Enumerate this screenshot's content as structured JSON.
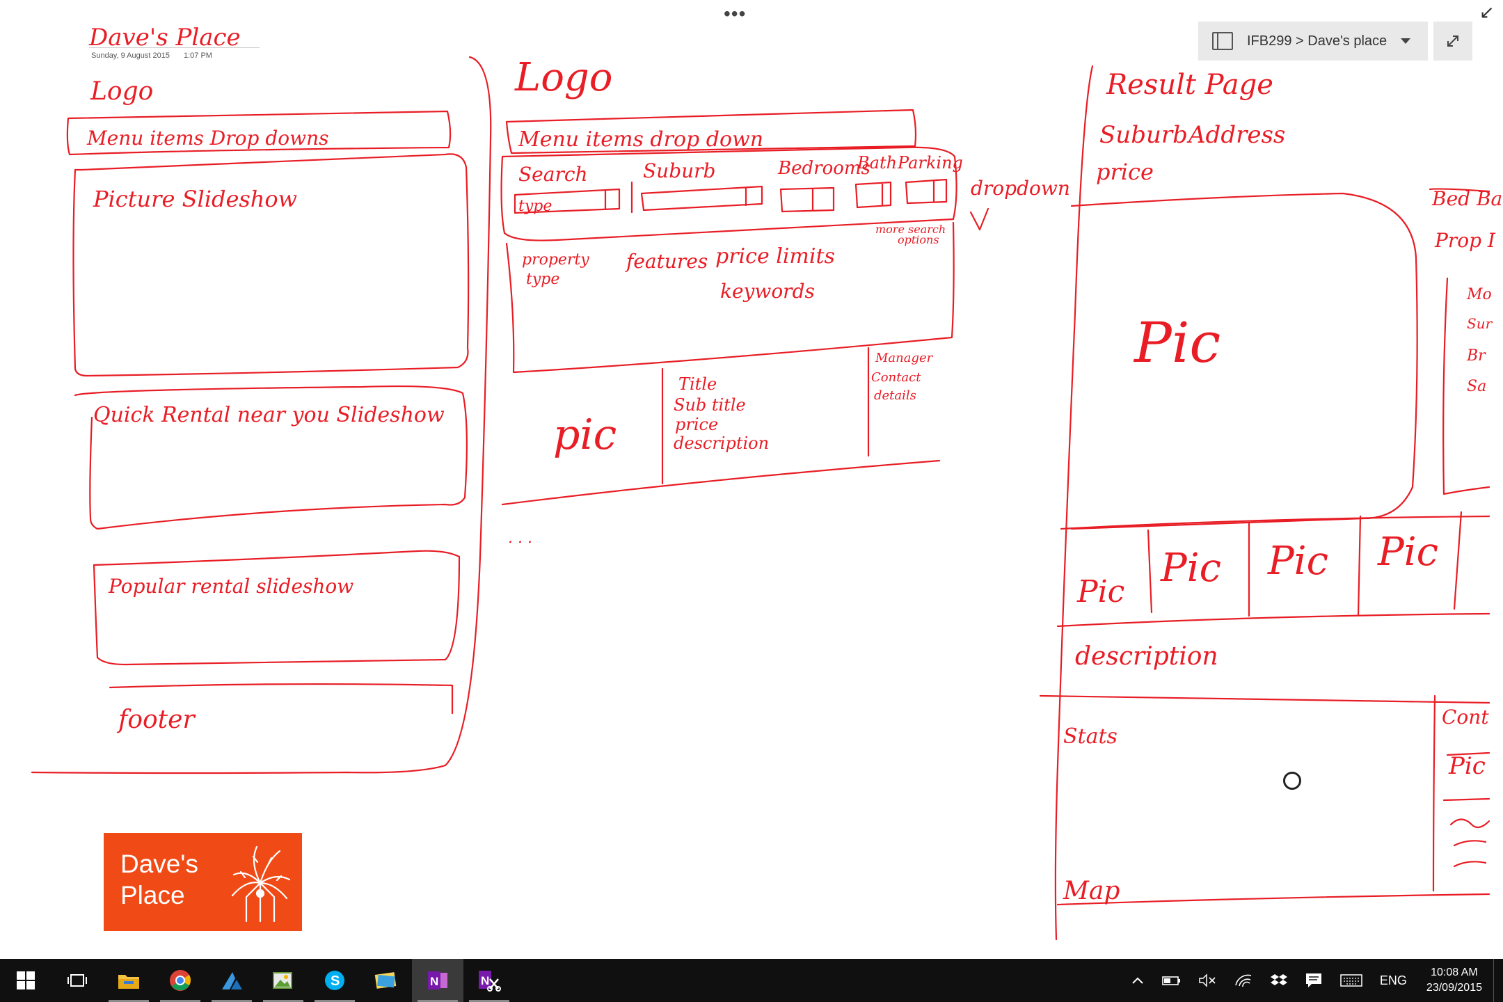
{
  "page": {
    "title": "Dave's Place",
    "date": "Sunday, 9 August 2015",
    "time": "1:07 PM"
  },
  "notebook": {
    "breadcrumb": "IFB299 > Dave's place"
  },
  "top": {
    "more": "•••",
    "close": "↙"
  },
  "sketch_home": {
    "logo": "Logo",
    "menu": "Menu items Drop downs",
    "picture_slideshow": "Picture Slideshow",
    "quick_rental": "Quick Rental near you Slideshow",
    "popular_rental": "Popular rental slideshow",
    "footer": "footer"
  },
  "sketch_search": {
    "logo": "Logo",
    "menu": "Menu items drop down",
    "search": "Search",
    "type": "type",
    "suburb": "Suburb",
    "bedrooms": "Bedrooms",
    "bath": "Bath",
    "parking": "Parking",
    "dropdown": "dropdown",
    "more_search": "more search",
    "options": "options",
    "property": "property",
    "type2": "type",
    "features": "features",
    "price_limits": "price limits",
    "keywords": "keywords",
    "pic": "pic",
    "title": "Title",
    "sub_title": "Sub title",
    "price": "price",
    "description": "description",
    "manager": "Manager",
    "contact": "Contact",
    "details": "details",
    "ellipsis": ". . ."
  },
  "sketch_result": {
    "result_page": "Result Page",
    "suburb": "Suburb",
    "address": "Address",
    "price": "price",
    "bed": "Bed Ba",
    "prop": "Prop I",
    "pic": "Pic",
    "pic_small": "Pic",
    "description": "description",
    "stats": "Stats",
    "map": "Map",
    "cont": "Cont",
    "side_lines": [
      "Mo",
      "Sur",
      "Br",
      "Sa"
    ]
  },
  "brand": {
    "line1": "Dave's",
    "line2": "Place"
  },
  "taskbar": {
    "apps": [
      "task-view",
      "file-explorer",
      "chrome",
      "azure",
      "paint-icon",
      "skype",
      "photos",
      "onenote",
      "onenote-clipper"
    ],
    "lang": "ENG",
    "clock_time": "10:08 AM",
    "clock_date": "23/09/2015"
  },
  "colors": {
    "ink": "#e81d25",
    "brand": "#f04a16",
    "taskbar": "#101010"
  }
}
